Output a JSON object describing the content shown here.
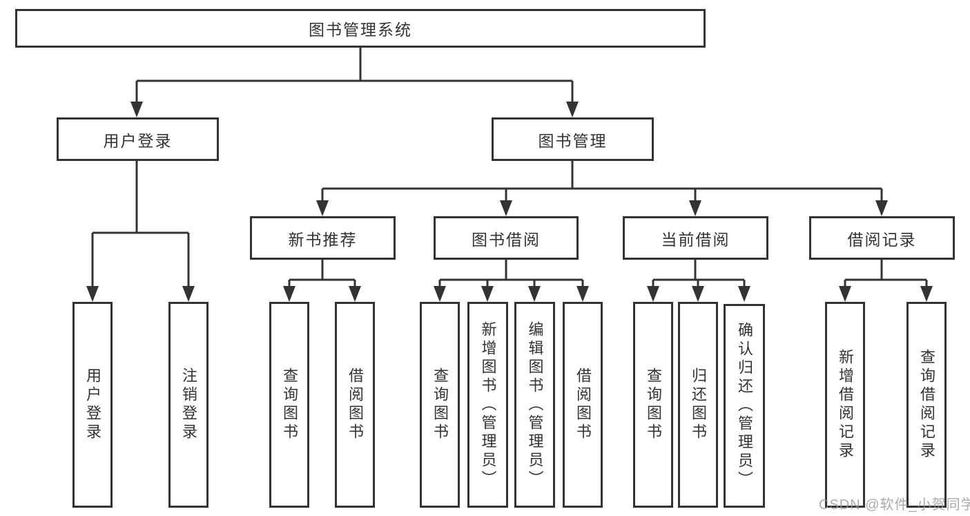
{
  "tree": {
    "root": {
      "label": "图书管理系统"
    },
    "branches": [
      {
        "label": "用户登录",
        "children": [
          {
            "label": "用户登录"
          },
          {
            "label": "注销登录"
          }
        ]
      },
      {
        "label": "图书管理",
        "children": [
          {
            "label": "新书推荐",
            "children": [
              {
                "label": "查询图书"
              },
              {
                "label": "借阅图书"
              }
            ]
          },
          {
            "label": "图书借阅",
            "children": [
              {
                "label": "查询图书"
              },
              {
                "label": "新增图书（管理员）"
              },
              {
                "label": "编辑图书（管理员）"
              },
              {
                "label": "借阅图书"
              }
            ]
          },
          {
            "label": "当前借阅",
            "children": [
              {
                "label": "查询图书"
              },
              {
                "label": "归还图书"
              },
              {
                "label": "确认归还（管理员）"
              }
            ]
          },
          {
            "label": "借阅记录",
            "children": [
              {
                "label": "新增借阅记录"
              },
              {
                "label": "查询借阅记录"
              }
            ]
          }
        ]
      }
    ]
  },
  "watermark": {
    "text": "CSDN @软件_小贺同学"
  },
  "colors": {
    "line": "#333333",
    "box_border": "#333333",
    "text": "#333333",
    "watermark": "#969696",
    "background": "#ffffff"
  }
}
